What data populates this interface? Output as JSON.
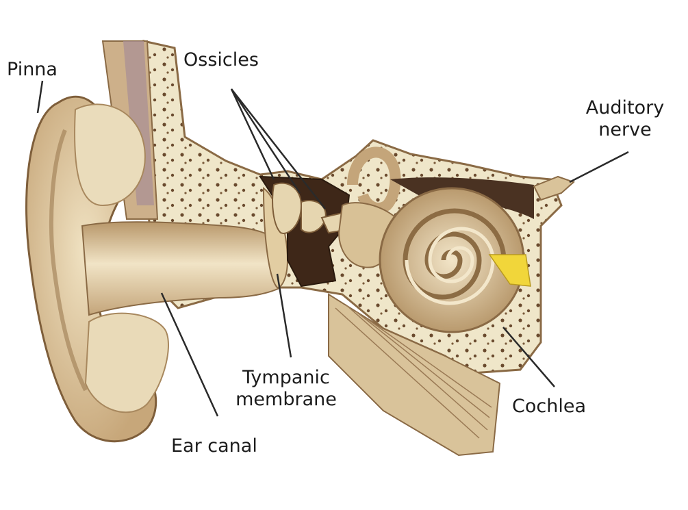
{
  "labels": {
    "pinna": "Pinna",
    "ossicles": "Ossicles",
    "auditory_nerve": "Auditory\nnerve",
    "tympanic_membrane": "Tympanic\nmembrane",
    "cochlea": "Cochlea",
    "ear_canal": "Ear canal"
  },
  "colors": {
    "skin": "#d9c39a",
    "skin_dark": "#b09066",
    "bone": "#efe6c9",
    "bone_spot": "#6a4a2e",
    "cavity": "#3e2718",
    "cochlea": "#c8ad82",
    "accent_yellow": "#f1d63a",
    "leader": "#2a2a2a",
    "label_text": "#1c1c1c"
  }
}
